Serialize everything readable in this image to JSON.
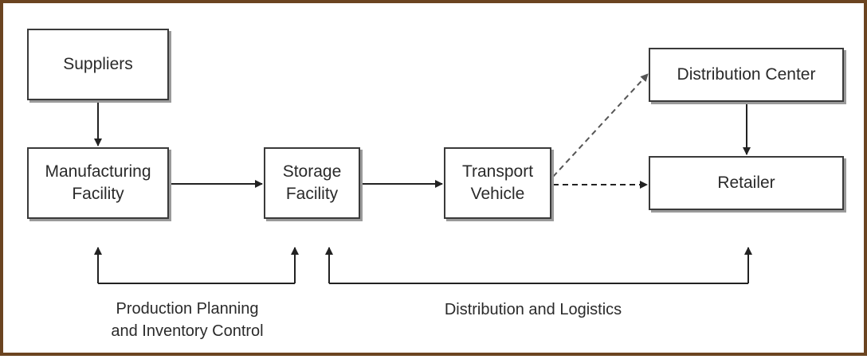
{
  "nodes": {
    "suppliers": [
      "Suppliers"
    ],
    "manufacturing": [
      "Manufacturing",
      "Facility"
    ],
    "storage": [
      "Storage",
      "Facility"
    ],
    "transport": [
      "Transport",
      "Vehicle"
    ],
    "distribution_center": [
      "Distribution Center"
    ],
    "retailer": [
      "Retailer"
    ]
  },
  "captions": {
    "production_planning": [
      "Production Planning",
      "and Inventory Control"
    ],
    "distribution_logistics": [
      "Distribution and Logistics"
    ]
  },
  "edges": [
    {
      "from": "suppliers",
      "to": "manufacturing",
      "style": "solid"
    },
    {
      "from": "manufacturing",
      "to": "storage",
      "style": "solid"
    },
    {
      "from": "storage",
      "to": "transport",
      "style": "solid"
    },
    {
      "from": "transport",
      "to": "distribution_center",
      "style": "dashed"
    },
    {
      "from": "transport",
      "to": "retailer",
      "style": "dashed"
    },
    {
      "from": "distribution_center",
      "to": "retailer",
      "style": "solid"
    }
  ],
  "colors": {
    "border": "#6b4420",
    "line": "#222222",
    "dashed": "#555555"
  }
}
